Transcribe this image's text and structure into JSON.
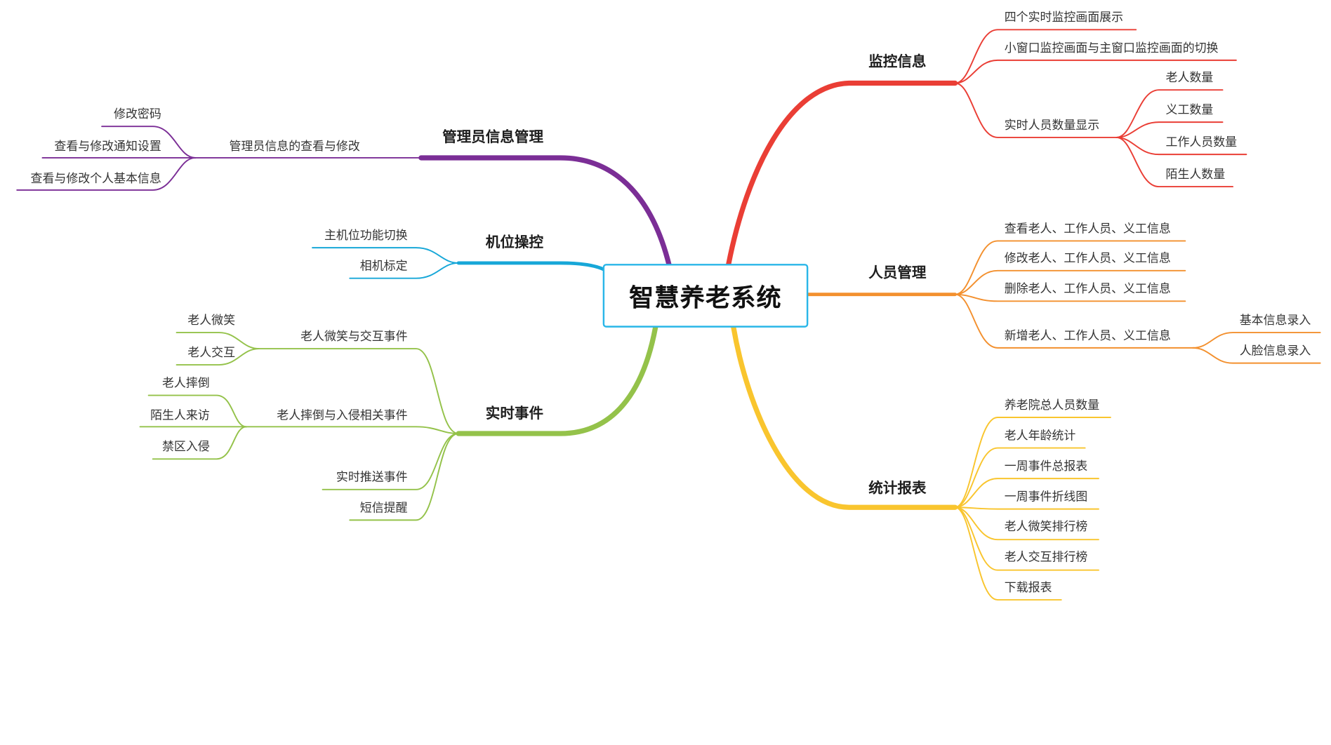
{
  "root": {
    "title": "智慧养老系统",
    "border_color": "#29b6e8"
  },
  "branches": {
    "monitor": {
      "title": "监控信息",
      "color": "#ea3e35",
      "items": [
        "四个实时监控画面展示",
        "小窗口监控画面与主窗口监控画面的切换",
        "实时人员数量显示"
      ],
      "count_items": [
        "老人数量",
        "义工数量",
        "工作人员数量",
        "陌生人数量"
      ]
    },
    "staff": {
      "title": "人员管理",
      "color": "#f3902e",
      "items": [
        "查看老人、工作人员、义工信息",
        "修改老人、工作人员、义工信息",
        "删除老人、工作人员、义工信息",
        "新增老人、工作人员、义工信息"
      ],
      "add_items": [
        "基本信息录入",
        "人脸信息录入"
      ]
    },
    "stats": {
      "title": "统计报表",
      "color": "#f9c52e",
      "items": [
        "养老院总人员数量",
        "老人年龄统计",
        "一周事件总报表",
        "一周事件折线图",
        "老人微笑排行榜",
        "老人交互排行榜",
        "下载报表"
      ]
    },
    "admin": {
      "title": "管理员信息管理",
      "color": "#7b2e96",
      "sub": "管理员信息的查看与修改",
      "items": [
        "修改密码",
        "查看与修改通知设置",
        "查看与修改个人基本信息"
      ]
    },
    "camera": {
      "title": "机位操控",
      "color": "#17a7d8",
      "items": [
        "主机位功能切换",
        "相机标定"
      ]
    },
    "events": {
      "title": "实时事件",
      "color": "#94c24a",
      "smile": {
        "title": "老人微笑与交互事件",
        "items": [
          "老人微笑",
          "老人交互"
        ]
      },
      "fall": {
        "title": "老人摔倒与入侵相关事件",
        "items": [
          "老人摔倒",
          "陌生人来访",
          "禁区入侵"
        ]
      },
      "items": [
        "实时推送事件",
        "短信提醒"
      ]
    }
  }
}
